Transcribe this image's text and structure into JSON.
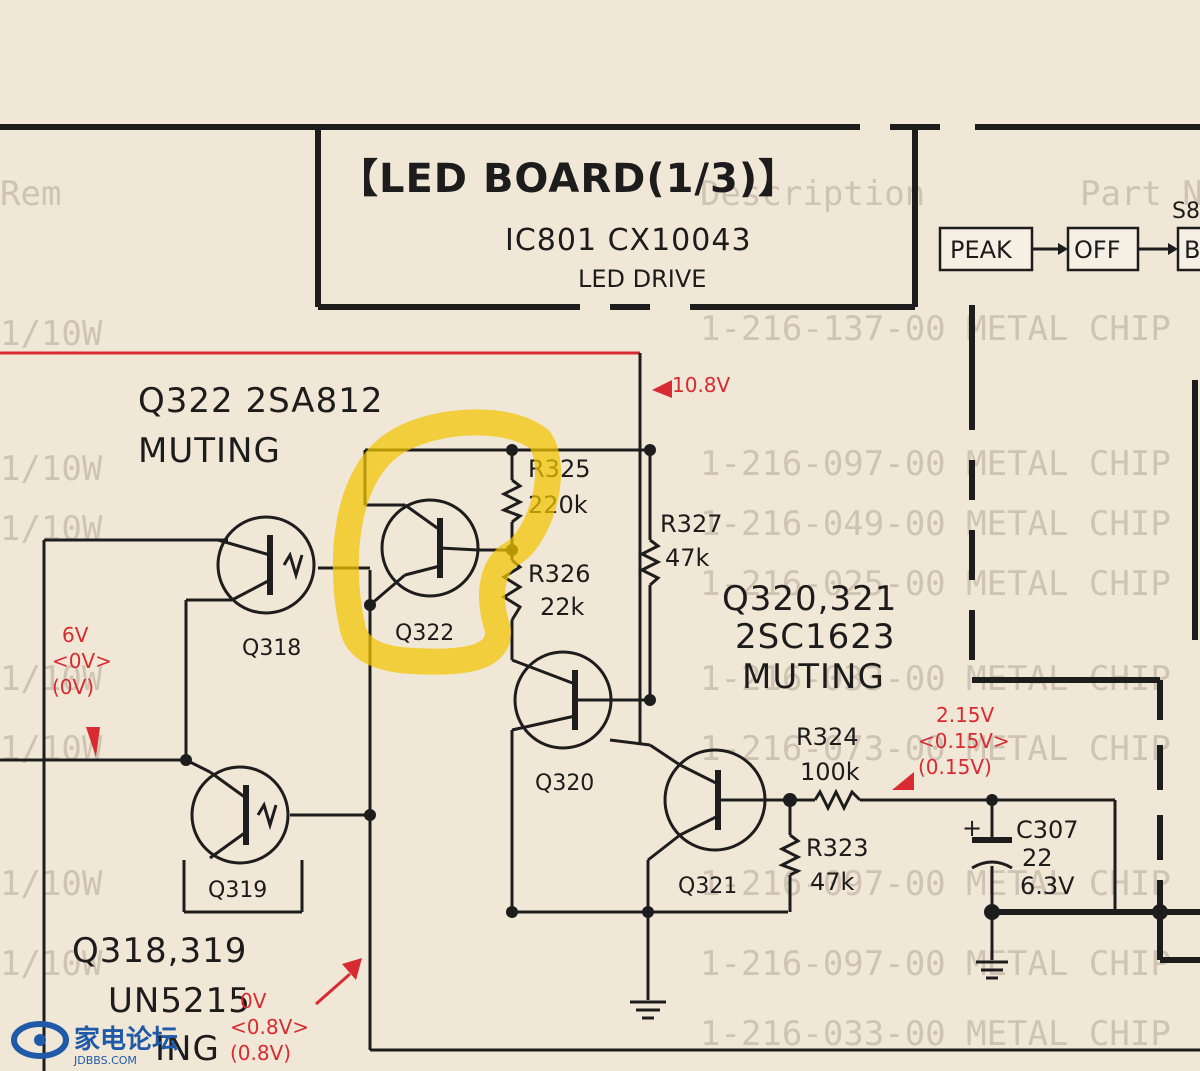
{
  "board": {
    "title": "【LED BOARD(1/3)】",
    "ic_ref": "IC801 CX10043",
    "ic_desc": "LED DRIVE"
  },
  "switch": {
    "peak": "PEAK",
    "off": "OFF",
    "next": "B",
    "ref": "S8"
  },
  "groups": {
    "q322_name": "Q322 2SA812",
    "q322_func": "MUTING",
    "q320_name": "Q320,321",
    "q320_part": "2SC1623",
    "q320_func": "MUTING",
    "q318_name": "Q318,319",
    "q318_part": "UN5215",
    "q318_func": "ING"
  },
  "transistors": {
    "q318": "Q318",
    "q319": "Q319",
    "q320": "Q320",
    "q321": "Q321",
    "q322": "Q322"
  },
  "resistors": {
    "r325_ref": "R325",
    "r325_val": "220k",
    "r326_ref": "R326",
    "r326_val": "22k",
    "r327_ref": "R327",
    "r327_val": "47k",
    "r324_ref": "R324",
    "r324_val": "100k",
    "r323_ref": "R323",
    "r323_val": "47k"
  },
  "capacitor": {
    "ref": "C307",
    "val": "22",
    "volt": "6.3V",
    "plus": "+"
  },
  "voltages": {
    "supply": "10.8V",
    "left_a": "6V",
    "left_b": "<0V>",
    "left_c": "(0V)",
    "right_a": "2.15V",
    "right_b": "<0.15V>",
    "right_c": "(0.15V)",
    "bottom_a": "0V",
    "bottom_b": "<0.8V>",
    "bottom_c": "(0.8V)"
  },
  "background_table": {
    "header_part": "Part No.",
    "header_desc": "Description",
    "header_rem": "Rem",
    "rows": [
      "1-216-137-00 METAL CHIP",
      "1-216-097-00 METAL CHIP",
      "1-216-049-00 METAL CHIP",
      "1-216-025-00 METAL CHIP",
      "1-216-033-00 METAL CHIP",
      "1-216-073-00 METAL CHIP",
      "1-216-097-00 METAL CHIP",
      "1-216-097-00 METAL CHIP",
      "1-216-033-00 METAL CHIP"
    ],
    "left_col": [
      "1/10W",
      "1/10W",
      "1/10W",
      "1/10W",
      "1/10W",
      "1/10W",
      "1/10W"
    ]
  },
  "logo": {
    "name": "家电论坛",
    "sub": "JDBBS.COM"
  },
  "colors": {
    "paper": "#f1e7d6",
    "ink": "#1d1d1d",
    "red": "#d72b31",
    "highlight": "#f2c500",
    "logo_blue": "#1e5aa8"
  }
}
